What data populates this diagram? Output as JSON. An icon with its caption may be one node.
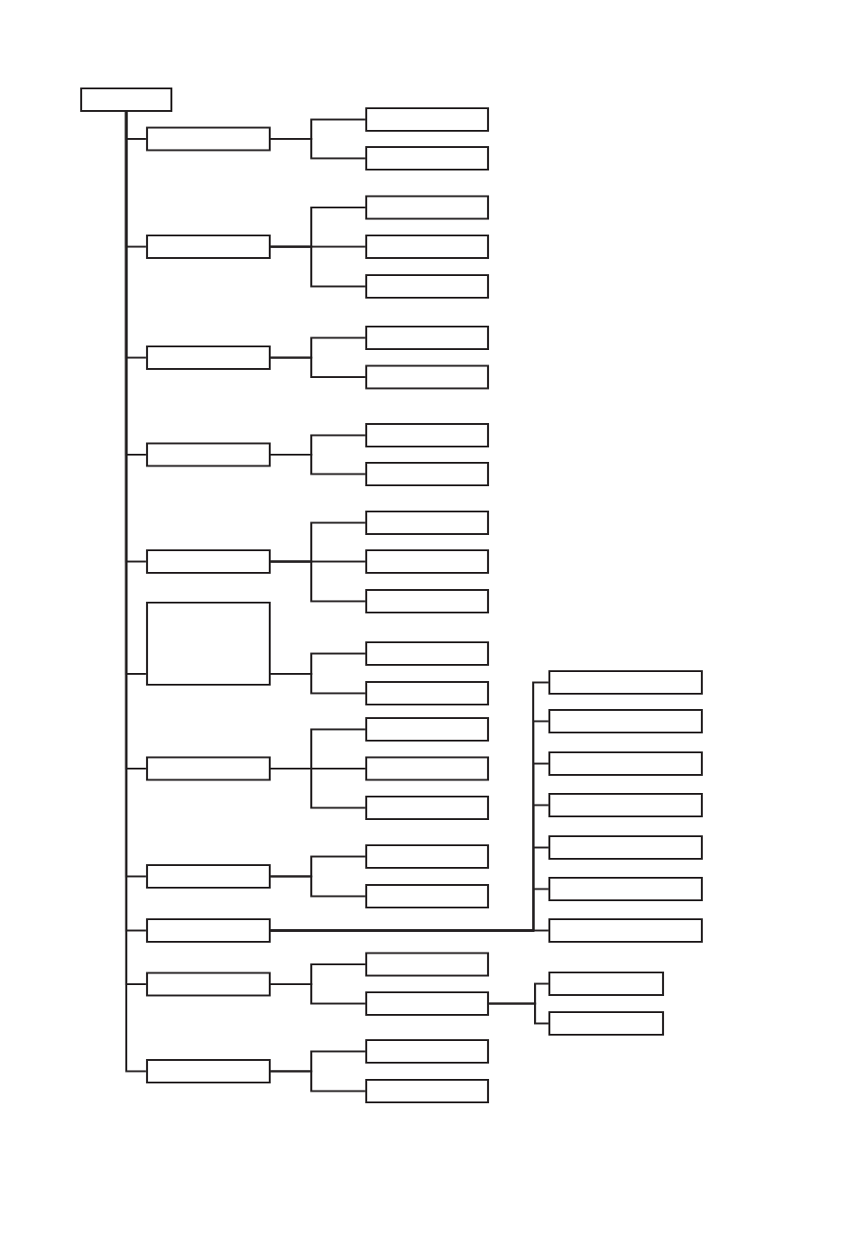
{
  "diagram": {
    "nodes": [
      {
        "text": [],
        "shape": "box"
      },
      {
        "text": [],
        "shape": "box"
      },
      {
        "text": [],
        "shape": "box"
      },
      {
        "text": [],
        "shape": "box"
      },
      {
        "text": [],
        "shape": "box"
      },
      {
        "text": [],
        "shape": "box"
      },
      {
        "text": [],
        "shape": "box"
      },
      {
        "text": [],
        "shape": "box"
      },
      {
        "text": [],
        "shape": "box"
      },
      {
        "text": [],
        "shape": "box"
      },
      {
        "text": [],
        "shape": "box"
      },
      {
        "text": [],
        "shape": "box"
      },
      {
        "text": [],
        "shape": "box"
      },
      {
        "text": [],
        "shape": "box"
      },
      {
        "text": [],
        "shape": "box"
      },
      {
        "text": [],
        "shape": "box"
      },
      {
        "text": [],
        "shape": "box"
      },
      {
        "text": [],
        "shape": "box"
      },
      {
        "text": [],
        "shape": "box"
      },
      {
        "text": [],
        "shape": "box"
      },
      {
        "text": [],
        "shape": "box"
      },
      {
        "text": [],
        "shape": "box"
      },
      {
        "text": [],
        "shape": "box"
      },
      {
        "text": [],
        "shape": "box"
      },
      {
        "text": [],
        "shape": "box"
      },
      {
        "text": [],
        "shape": "box"
      },
      {
        "text": [],
        "shape": "box"
      },
      {
        "text": [],
        "shape": "box"
      },
      {
        "text": [],
        "shape": "box"
      },
      {
        "text": [],
        "shape": "box"
      },
      {
        "text": [],
        "shape": "box"
      },
      {
        "text": [],
        "shape": "box"
      },
      {
        "text": [],
        "shape": "box"
      },
      {
        "text": [],
        "shape": "box"
      },
      {
        "text": [],
        "shape": "box"
      },
      {
        "text": [],
        "shape": "box"
      },
      {
        "text": [],
        "shape": "box"
      },
      {
        "text": [],
        "shape": "box"
      },
      {
        "text": [],
        "shape": "box"
      },
      {
        "text": [],
        "shape": "box"
      },
      {
        "text": [],
        "shape": "box"
      },
      {
        "text": [],
        "shape": "box"
      },
      {
        "text": [],
        "shape": "box"
      },
      {
        "text": [],
        "shape": "box"
      }
    ],
    "edges": [
      {
        "from": 0,
        "to": 1,
        "arrow": "none"
      },
      {
        "from": 1,
        "to": 2,
        "arrow": "none"
      },
      {
        "from": 1,
        "to": 3,
        "arrow": "none"
      },
      {
        "from": 0,
        "to": 4,
        "arrow": "none"
      },
      {
        "from": 4,
        "to": 5,
        "arrow": "none"
      },
      {
        "from": 4,
        "to": 6,
        "arrow": "none"
      },
      {
        "from": 4,
        "to": 7,
        "arrow": "none"
      },
      {
        "from": 0,
        "to": 8,
        "arrow": "none"
      },
      {
        "from": 8,
        "to": 9,
        "arrow": "none"
      },
      {
        "from": 8,
        "to": 10,
        "arrow": "none"
      },
      {
        "from": 0,
        "to": 11,
        "arrow": "none"
      },
      {
        "from": 11,
        "to": 12,
        "arrow": "none"
      },
      {
        "from": 11,
        "to": 13,
        "arrow": "none"
      },
      {
        "from": 0,
        "to": 14,
        "arrow": "none"
      },
      {
        "from": 14,
        "to": 15,
        "arrow": "none"
      },
      {
        "from": 14,
        "to": 16,
        "arrow": "none"
      },
      {
        "from": 14,
        "to": 17,
        "arrow": "none"
      },
      {
        "from": 0,
        "to": 18,
        "arrow": "none"
      },
      {
        "from": 18,
        "to": 19,
        "arrow": "none"
      },
      {
        "from": 18,
        "to": 20,
        "arrow": "none"
      },
      {
        "from": 0,
        "to": 21,
        "arrow": "none"
      },
      {
        "from": 21,
        "to": 22,
        "arrow": "none"
      },
      {
        "from": 21,
        "to": 23,
        "arrow": "none"
      },
      {
        "from": 21,
        "to": 24,
        "arrow": "none"
      },
      {
        "from": 0,
        "to": 25,
        "arrow": "none"
      },
      {
        "from": 25,
        "to": 26,
        "arrow": "none"
      },
      {
        "from": 25,
        "to": 27,
        "arrow": "none"
      },
      {
        "from": 0,
        "to": 28,
        "arrow": "none"
      },
      {
        "from": 28,
        "to": 29,
        "arrow": "none"
      },
      {
        "from": 28,
        "to": 30,
        "arrow": "none"
      },
      {
        "from": 28,
        "to": 31,
        "arrow": "none"
      },
      {
        "from": 28,
        "to": 32,
        "arrow": "none"
      },
      {
        "from": 28,
        "to": 33,
        "arrow": "none"
      },
      {
        "from": 28,
        "to": 34,
        "arrow": "none"
      },
      {
        "from": 28,
        "to": 35,
        "arrow": "none"
      },
      {
        "from": 0,
        "to": 36,
        "arrow": "none"
      },
      {
        "from": 36,
        "to": 37,
        "arrow": "none"
      },
      {
        "from": 36,
        "to": 38,
        "arrow": "none"
      },
      {
        "from": 38,
        "to": 39,
        "arrow": "none"
      },
      {
        "from": 38,
        "to": 40,
        "arrow": "none"
      },
      {
        "from": 0,
        "to": 41,
        "arrow": "none"
      },
      {
        "from": 41,
        "to": 42,
        "arrow": "none"
      },
      {
        "from": 41,
        "to": 43,
        "arrow": "none"
      }
    ]
  }
}
